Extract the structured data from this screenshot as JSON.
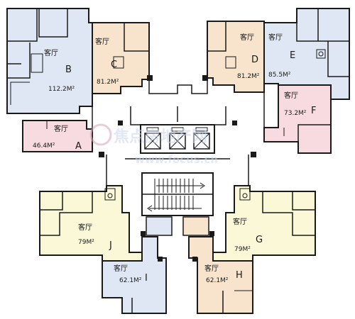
{
  "watermark": {
    "cn": "焦点房地产网",
    "url": "www.focus.cn"
  },
  "units": [
    {
      "id": "A",
      "room": "客厅",
      "area": "46.4M²",
      "color": "#f7dbe0"
    },
    {
      "id": "B",
      "room": "客厅",
      "area": "112.2M²",
      "color": "#dfe6f4"
    },
    {
      "id": "C",
      "room": "客厅",
      "area": "81.2M²",
      "color": "#f8e3cc"
    },
    {
      "id": "D",
      "room": "客厅",
      "area": "81.2M²",
      "color": "#f8e3cc"
    },
    {
      "id": "E",
      "room": "客厅",
      "area": "85.5M²",
      "color": "#dfe6f4"
    },
    {
      "id": "F",
      "room": "客厅",
      "area": "73.2M²",
      "color": "#f7dbe0"
    },
    {
      "id": "G",
      "room": "客厅",
      "area": "79M²",
      "color": "#fbf8d8"
    },
    {
      "id": "H",
      "room": "客厅",
      "area": "62.1M²",
      "color": "#f8e3cc"
    },
    {
      "id": "I",
      "room": "客厅",
      "area": "62.1M²",
      "color": "#dfe6f4"
    },
    {
      "id": "J",
      "room": "客厅",
      "area": "79M²",
      "color": "#fbf8d8"
    }
  ],
  "colors": {
    "wall": "#1a1a1a",
    "core": "#ffffff",
    "watermark": "#c9d4ec"
  },
  "icons": [
    "elevator-icon",
    "stair-icon",
    "column-icon"
  ]
}
